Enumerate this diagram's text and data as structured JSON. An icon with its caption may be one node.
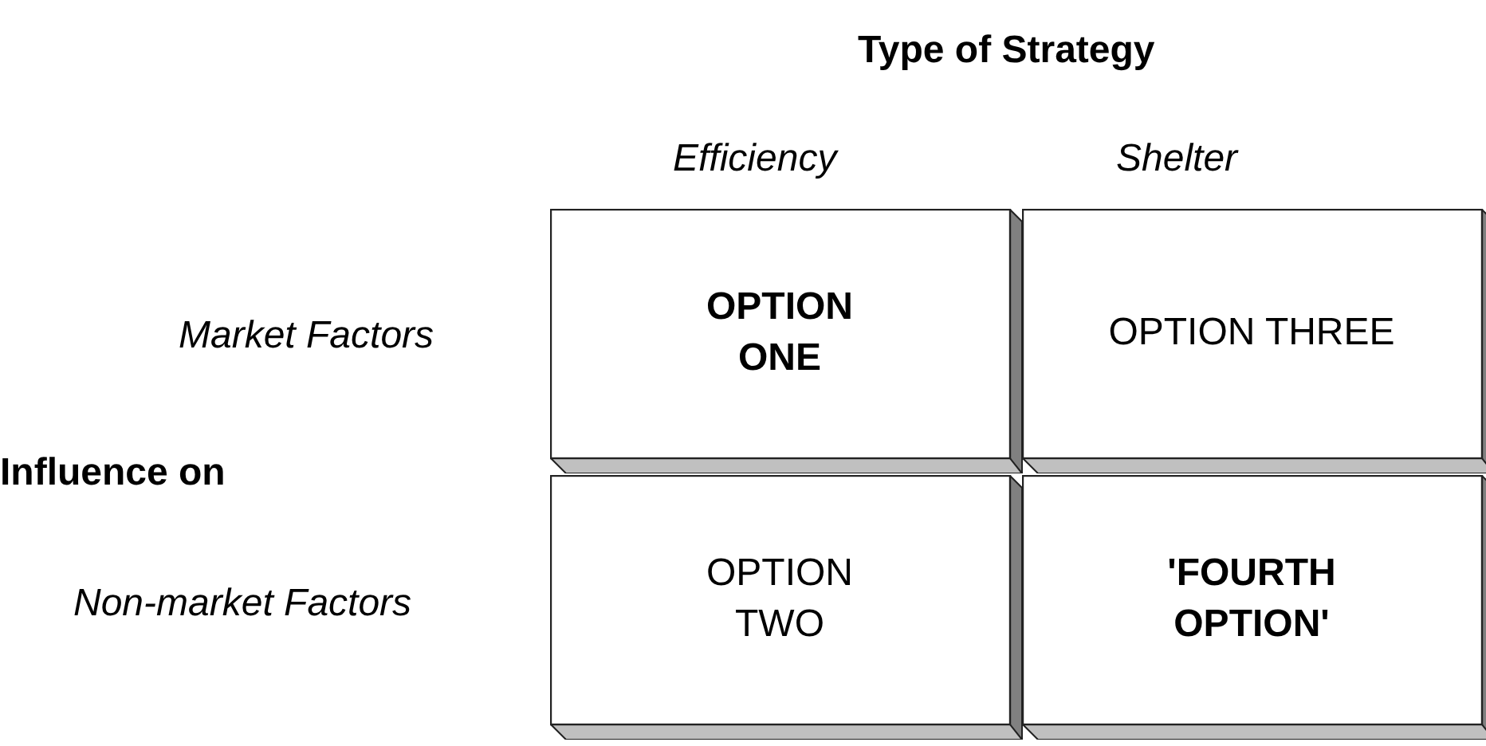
{
  "diagram": {
    "title": "Type of Strategy",
    "nodes": [
      {
        "text": [
          "OPTION ONE"
        ]
      },
      {
        "text": [
          "OPTION THREE"
        ]
      },
      {
        "text": [
          "OPTION TWO"
        ]
      },
      {
        "text": [
          "'FOURTH OPTION'"
        ]
      }
    ],
    "labels": [
      "Efficiency",
      "Shelter",
      "Market Factors",
      "Influence on",
      "Non-market Factors"
    ]
  }
}
